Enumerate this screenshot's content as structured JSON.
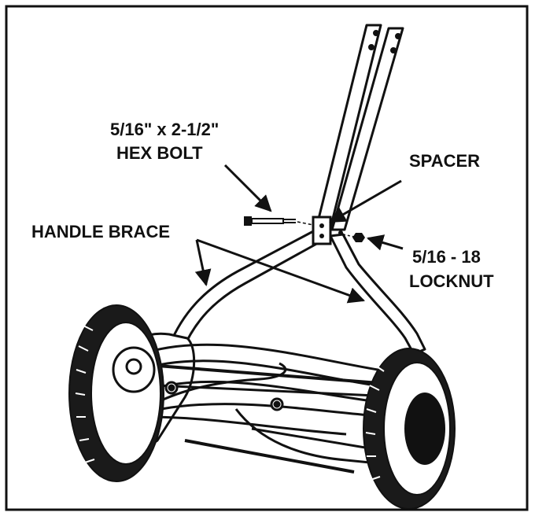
{
  "diagram": {
    "title": "",
    "labels": {
      "hex_bolt_line1": "5/16\" x 2-1/2\"",
      "hex_bolt_line2": "HEX BOLT",
      "spacer": "SPACER",
      "handle_brace": "HANDLE BRACE",
      "locknut_line1": "5/16 - 18",
      "locknut_line2": "LOCKNUT"
    },
    "colors": {
      "ink": "#111111",
      "paper": "#ffffff",
      "tire": "#1a1a1a"
    }
  }
}
